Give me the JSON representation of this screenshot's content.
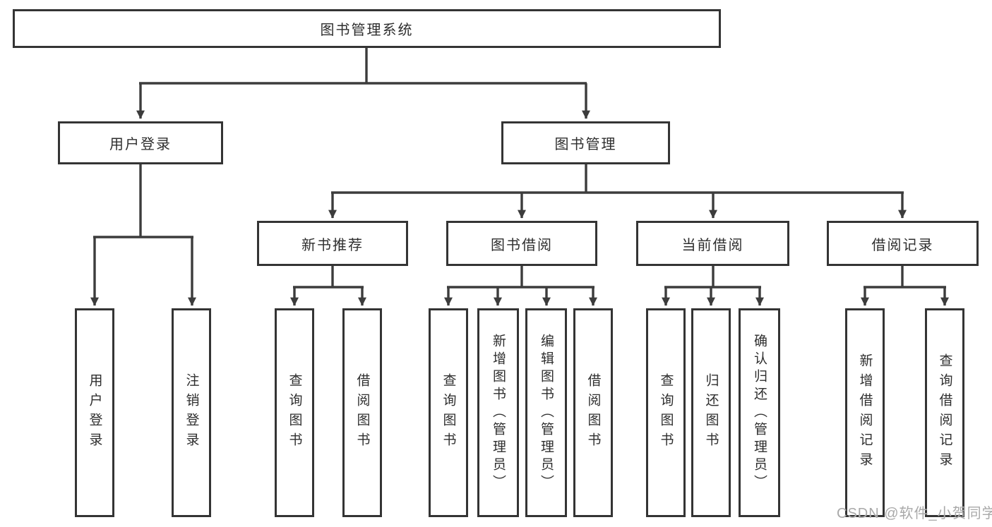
{
  "diagram": {
    "title": "图书管理系统",
    "watermark": "CSDN @软件_小贺同学",
    "colors": {
      "line": "#3c3c3c",
      "box_border": "#343434",
      "text": "#2e2e2e",
      "watermark": "#a9a9a9",
      "background": "#ffffff"
    },
    "tree": {
      "root": {
        "label": "图书管理系统"
      },
      "children": [
        {
          "label": "用户登录",
          "children": [
            {
              "label": "用户登录"
            },
            {
              "label": "注销登录"
            }
          ]
        },
        {
          "label": "图书管理",
          "children": [
            {
              "label": "新书推荐",
              "children": [
                {
                  "label": "查询图书"
                },
                {
                  "label": "借阅图书"
                }
              ]
            },
            {
              "label": "图书借阅",
              "children": [
                {
                  "label": "查询图书"
                },
                {
                  "label": "新增图书（管理员）"
                },
                {
                  "label": "编辑图书（管理员）"
                },
                {
                  "label": "借阅图书"
                }
              ]
            },
            {
              "label": "当前借阅",
              "children": [
                {
                  "label": "查询图书"
                },
                {
                  "label": "归还图书"
                },
                {
                  "label": "确认归还（管理员）"
                }
              ]
            },
            {
              "label": "借阅记录",
              "children": [
                {
                  "label": "新增借阅记录"
                },
                {
                  "label": "查询借阅记录"
                }
              ]
            }
          ]
        }
      ]
    }
  }
}
